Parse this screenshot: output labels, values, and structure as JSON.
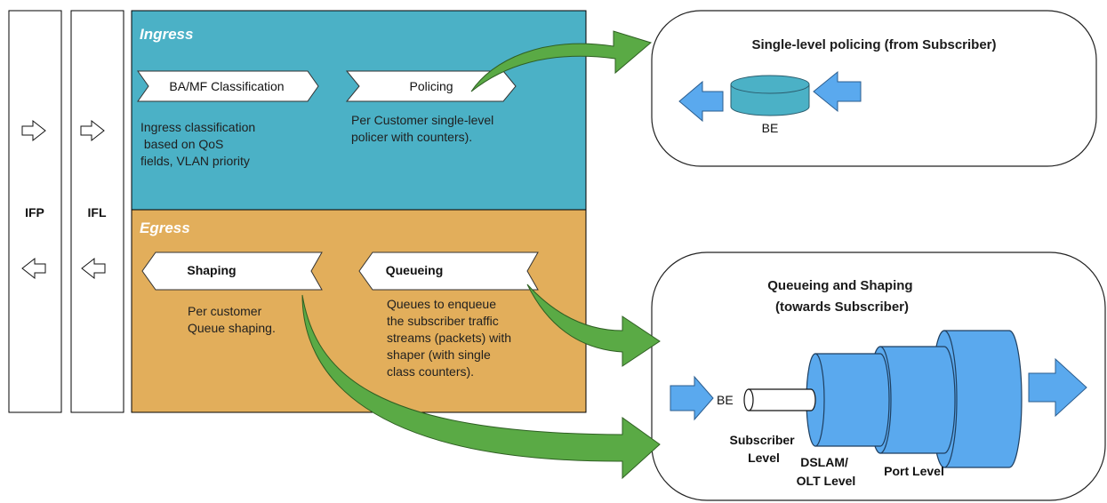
{
  "side_columns": [
    {
      "label": "IFP"
    },
    {
      "label": "IFL"
    }
  ],
  "ingress": {
    "title": "Ingress",
    "color": "#4bb1c6",
    "classification": {
      "label": "BA/MF Classification",
      "desc": [
        "Ingress classification",
        " based on QoS",
        "fields, VLAN priority"
      ]
    },
    "policing": {
      "label": "Policing",
      "desc": [
        "Per Customer single-level",
        "policer with counters)."
      ]
    }
  },
  "egress": {
    "title": "Egress",
    "color": "#e2ae5b",
    "shaping": {
      "label": "Shaping",
      "desc": [
        "Per customer",
        "Queue shaping."
      ]
    },
    "queueing": {
      "label": "Queueing",
      "desc": [
        "Queues to enqueue",
        "the subscriber traffic",
        "streams (packets) with",
        "shaper (with single",
        "class counters)."
      ]
    }
  },
  "policing_panel": {
    "title": "Single-level policing (from Subscriber)",
    "be_label": "BE"
  },
  "queueing_panel": {
    "title": [
      "Queueing and Shaping",
      "(towards Subscriber)"
    ],
    "be_label": "BE",
    "levels": {
      "subscriber": [
        "Subscriber",
        "Level"
      ],
      "dslam": [
        "DSLAM/",
        "OLT Level"
      ],
      "port": "Port Level"
    }
  },
  "colors": {
    "arrow_green": "#5aaa45",
    "arrow_blue": "#5aa9ee",
    "cylinder_blue": "#5aa9ee",
    "db_teal": "#4bb1c6"
  }
}
